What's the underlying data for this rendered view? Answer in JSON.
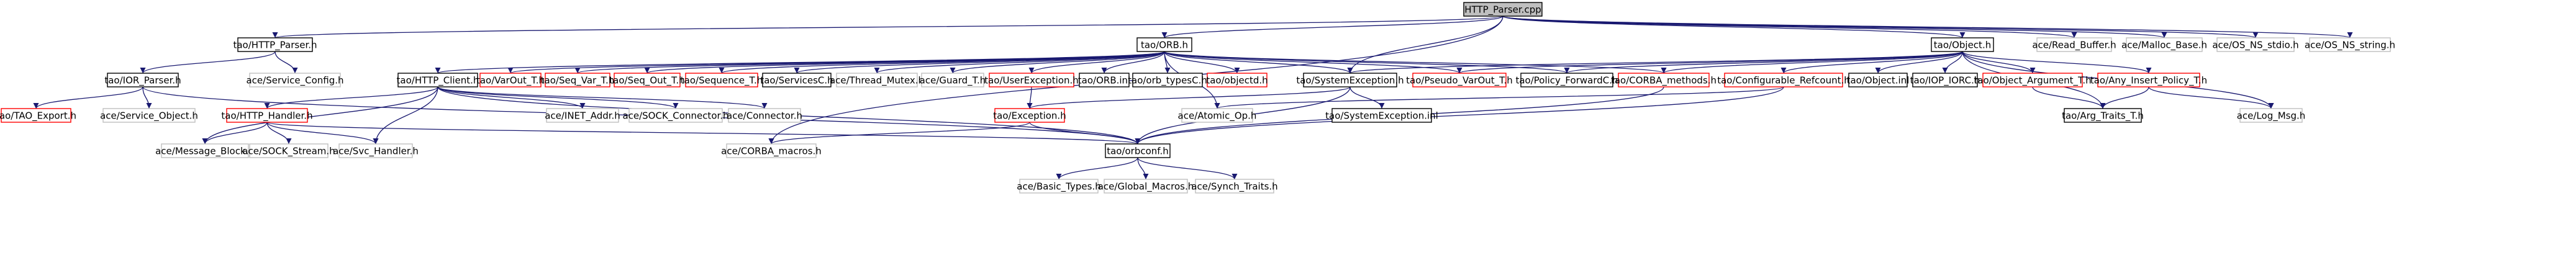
{
  "diagram": {
    "title": "",
    "colors": {
      "edge": "#191970",
      "root_fill": "#bfbfbf",
      "default_border": "#000000",
      "missing_border": "#ff0000",
      "unlinked_border": "#bfbfbf"
    },
    "nodes": [
      {
        "id": "root",
        "label": "HTTP_Parser.cpp",
        "kind": "root"
      },
      {
        "id": "httpparser_h",
        "label": "tao/HTTP_Parser.h",
        "kind": "linked"
      },
      {
        "id": "orb_h",
        "label": "tao/ORB.h",
        "kind": "linked"
      },
      {
        "id": "object_h",
        "label": "tao/Object.h",
        "kind": "linked"
      },
      {
        "id": "readbuffer",
        "label": "ace/Read_Buffer.h",
        "kind": "unlinked"
      },
      {
        "id": "mallocbase",
        "label": "ace/Malloc_Base.h",
        "kind": "unlinked"
      },
      {
        "id": "osnsstdio",
        "label": "ace/OS_NS_stdio.h",
        "kind": "unlinked"
      },
      {
        "id": "osnsstring",
        "label": "ace/OS_NS_string.h",
        "kind": "unlinked"
      },
      {
        "id": "iorparser",
        "label": "tao/IOR_Parser.h",
        "kind": "linked"
      },
      {
        "id": "serviceconfig",
        "label": "ace/Service_Config.h",
        "kind": "unlinked"
      },
      {
        "id": "taoexport",
        "label": "tao/TAO_Export.h",
        "kind": "missing"
      },
      {
        "id": "serviceobject",
        "label": "ace/Service_Object.h",
        "kind": "unlinked"
      },
      {
        "id": "httpclient",
        "label": "tao/HTTP_Client.h",
        "kind": "linked"
      },
      {
        "id": "varout",
        "label": "tao/VarOut_T.h",
        "kind": "missing"
      },
      {
        "id": "seqvar",
        "label": "tao/Seq_Var_T.h",
        "kind": "missing"
      },
      {
        "id": "seqout",
        "label": "tao/Seq_Out_T.h",
        "kind": "missing"
      },
      {
        "id": "sequencet",
        "label": "tao/Sequence_T.h",
        "kind": "missing"
      },
      {
        "id": "servicesc",
        "label": "tao/ServicesC.h",
        "kind": "linked"
      },
      {
        "id": "threadmutex",
        "label": "ace/Thread_Mutex.h",
        "kind": "unlinked"
      },
      {
        "id": "guardt",
        "label": "ace/Guard_T.h",
        "kind": "unlinked"
      },
      {
        "id": "userexception",
        "label": "tao/UserException.h",
        "kind": "missing"
      },
      {
        "id": "orbinl",
        "label": "tao/ORB.inl",
        "kind": "linked"
      },
      {
        "id": "orbtypesc",
        "label": "tao/orb_typesC.h",
        "kind": "linked"
      },
      {
        "id": "objectdh",
        "label": "tao/objectd.h",
        "kind": "missing"
      },
      {
        "id": "systemexception",
        "label": "tao/SystemException.h",
        "kind": "linked"
      },
      {
        "id": "pseudovarout",
        "label": "tao/Pseudo_VarOut_T.h",
        "kind": "missing"
      },
      {
        "id": "policyforward",
        "label": "tao/Policy_ForwardC.h",
        "kind": "linked"
      },
      {
        "id": "corbamethods",
        "label": "tao/CORBA_methods.h",
        "kind": "missing"
      },
      {
        "id": "configrefcount",
        "label": "tao/Configurable_Refcount.h",
        "kind": "missing"
      },
      {
        "id": "objectinl",
        "label": "tao/Object.inl",
        "kind": "linked"
      },
      {
        "id": "iopiorc",
        "label": "tao/IOP_IORC.h",
        "kind": "linked"
      },
      {
        "id": "objectargument",
        "label": "tao/Object_Argument_T.h",
        "kind": "missing"
      },
      {
        "id": "anyinsertpolicy",
        "label": "tao/Any_Insert_Policy_T.h",
        "kind": "missing"
      },
      {
        "id": "httphandler",
        "label": "tao/HTTP_Handler.h",
        "kind": "missing"
      },
      {
        "id": "inetaddr",
        "label": "ace/INET_Addr.h",
        "kind": "unlinked"
      },
      {
        "id": "sockconnector",
        "label": "ace/SOCK_Connector.h",
        "kind": "unlinked"
      },
      {
        "id": "connector",
        "label": "ace/Connector.h",
        "kind": "unlinked"
      },
      {
        "id": "exception",
        "label": "tao/Exception.h",
        "kind": "missing"
      },
      {
        "id": "atomicop",
        "label": "ace/Atomic_Op.h",
        "kind": "unlinked"
      },
      {
        "id": "systemexceptioninl",
        "label": "tao/SystemException.inl",
        "kind": "linked"
      },
      {
        "id": "argtraits",
        "label": "tao/Arg_Traits_T.h",
        "kind": "linked"
      },
      {
        "id": "logmsg",
        "label": "ace/Log_Msg.h",
        "kind": "unlinked"
      },
      {
        "id": "messageblock",
        "label": "ace/Message_Block.h",
        "kind": "unlinked"
      },
      {
        "id": "sockstream",
        "label": "ace/SOCK_Stream.h",
        "kind": "unlinked"
      },
      {
        "id": "svchandler",
        "label": "ace/Svc_Handler.h",
        "kind": "unlinked"
      },
      {
        "id": "corbamacros",
        "label": "ace/CORBA_macros.h",
        "kind": "unlinked"
      },
      {
        "id": "orbconf",
        "label": "tao/orbconf.h",
        "kind": "linked"
      },
      {
        "id": "basictypes",
        "label": "ace/Basic_Types.h",
        "kind": "unlinked"
      },
      {
        "id": "globalmacros",
        "label": "ace/Global_Macros.h",
        "kind": "unlinked"
      },
      {
        "id": "synchtraits",
        "label": "ace/Synch_Traits.h",
        "kind": "unlinked"
      }
    ],
    "edges": [
      [
        "root",
        "httpparser_h"
      ],
      [
        "root",
        "orb_h"
      ],
      [
        "root",
        "object_h"
      ],
      [
        "root",
        "readbuffer"
      ],
      [
        "root",
        "mallocbase"
      ],
      [
        "root",
        "osnsstdio"
      ],
      [
        "root",
        "osnsstring"
      ],
      [
        "root",
        "systemexception"
      ],
      [
        "root",
        "corbamacros"
      ],
      [
        "httpparser_h",
        "iorparser"
      ],
      [
        "httpparser_h",
        "serviceconfig"
      ],
      [
        "iorparser",
        "taoexport"
      ],
      [
        "iorparser",
        "serviceobject"
      ],
      [
        "iorparser",
        "orbconf"
      ],
      [
        "orb_h",
        "httpclient"
      ],
      [
        "orb_h",
        "varout"
      ],
      [
        "orb_h",
        "seqvar"
      ],
      [
        "orb_h",
        "seqout"
      ],
      [
        "orb_h",
        "sequencet"
      ],
      [
        "orb_h",
        "servicesc"
      ],
      [
        "orb_h",
        "threadmutex"
      ],
      [
        "orb_h",
        "guardt"
      ],
      [
        "orb_h",
        "userexception"
      ],
      [
        "orb_h",
        "orbinl"
      ],
      [
        "orb_h",
        "orbtypesc"
      ],
      [
        "orb_h",
        "objectdh"
      ],
      [
        "orb_h",
        "systemexception"
      ],
      [
        "orb_h",
        "pseudovarout"
      ],
      [
        "orb_h",
        "policyforward"
      ],
      [
        "orb_h",
        "corbamethods"
      ],
      [
        "orb_h",
        "atomicop"
      ],
      [
        "object_h",
        "systemexception"
      ],
      [
        "object_h",
        "pseudovarout"
      ],
      [
        "object_h",
        "policyforward"
      ],
      [
        "object_h",
        "corbamethods"
      ],
      [
        "object_h",
        "configrefcount"
      ],
      [
        "object_h",
        "objectinl"
      ],
      [
        "object_h",
        "iopiorc"
      ],
      [
        "object_h",
        "objectargument"
      ],
      [
        "object_h",
        "anyinsertpolicy"
      ],
      [
        "object_h",
        "argtraits"
      ],
      [
        "object_h",
        "logmsg"
      ],
      [
        "httpclient",
        "httphandler"
      ],
      [
        "httpclient",
        "inetaddr"
      ],
      [
        "httpclient",
        "sockconnector"
      ],
      [
        "httpclient",
        "connector"
      ],
      [
        "httpclient",
        "messageblock"
      ],
      [
        "httpclient",
        "svchandler"
      ],
      [
        "httpclient",
        "orbconf"
      ],
      [
        "httphandler",
        "messageblock"
      ],
      [
        "httphandler",
        "sockstream"
      ],
      [
        "httphandler",
        "svchandler"
      ],
      [
        "httphandler",
        "orbconf"
      ],
      [
        "userexception",
        "exception"
      ],
      [
        "systemexception",
        "exception"
      ],
      [
        "systemexception",
        "systemexceptioninl"
      ],
      [
        "systemexception",
        "orbconf"
      ],
      [
        "exception",
        "corbamacros"
      ],
      [
        "exception",
        "orbconf"
      ],
      [
        "configrefcount",
        "atomicop"
      ],
      [
        "configrefcount",
        "orbconf"
      ],
      [
        "corbamethods",
        "orbconf"
      ],
      [
        "anyinsertpolicy",
        "argtraits"
      ],
      [
        "anyinsertpolicy",
        "logmsg"
      ],
      [
        "objectargument",
        "argtraits"
      ],
      [
        "orbconf",
        "basictypes"
      ],
      [
        "orbconf",
        "globalmacros"
      ],
      [
        "orbconf",
        "synchtraits"
      ]
    ]
  }
}
